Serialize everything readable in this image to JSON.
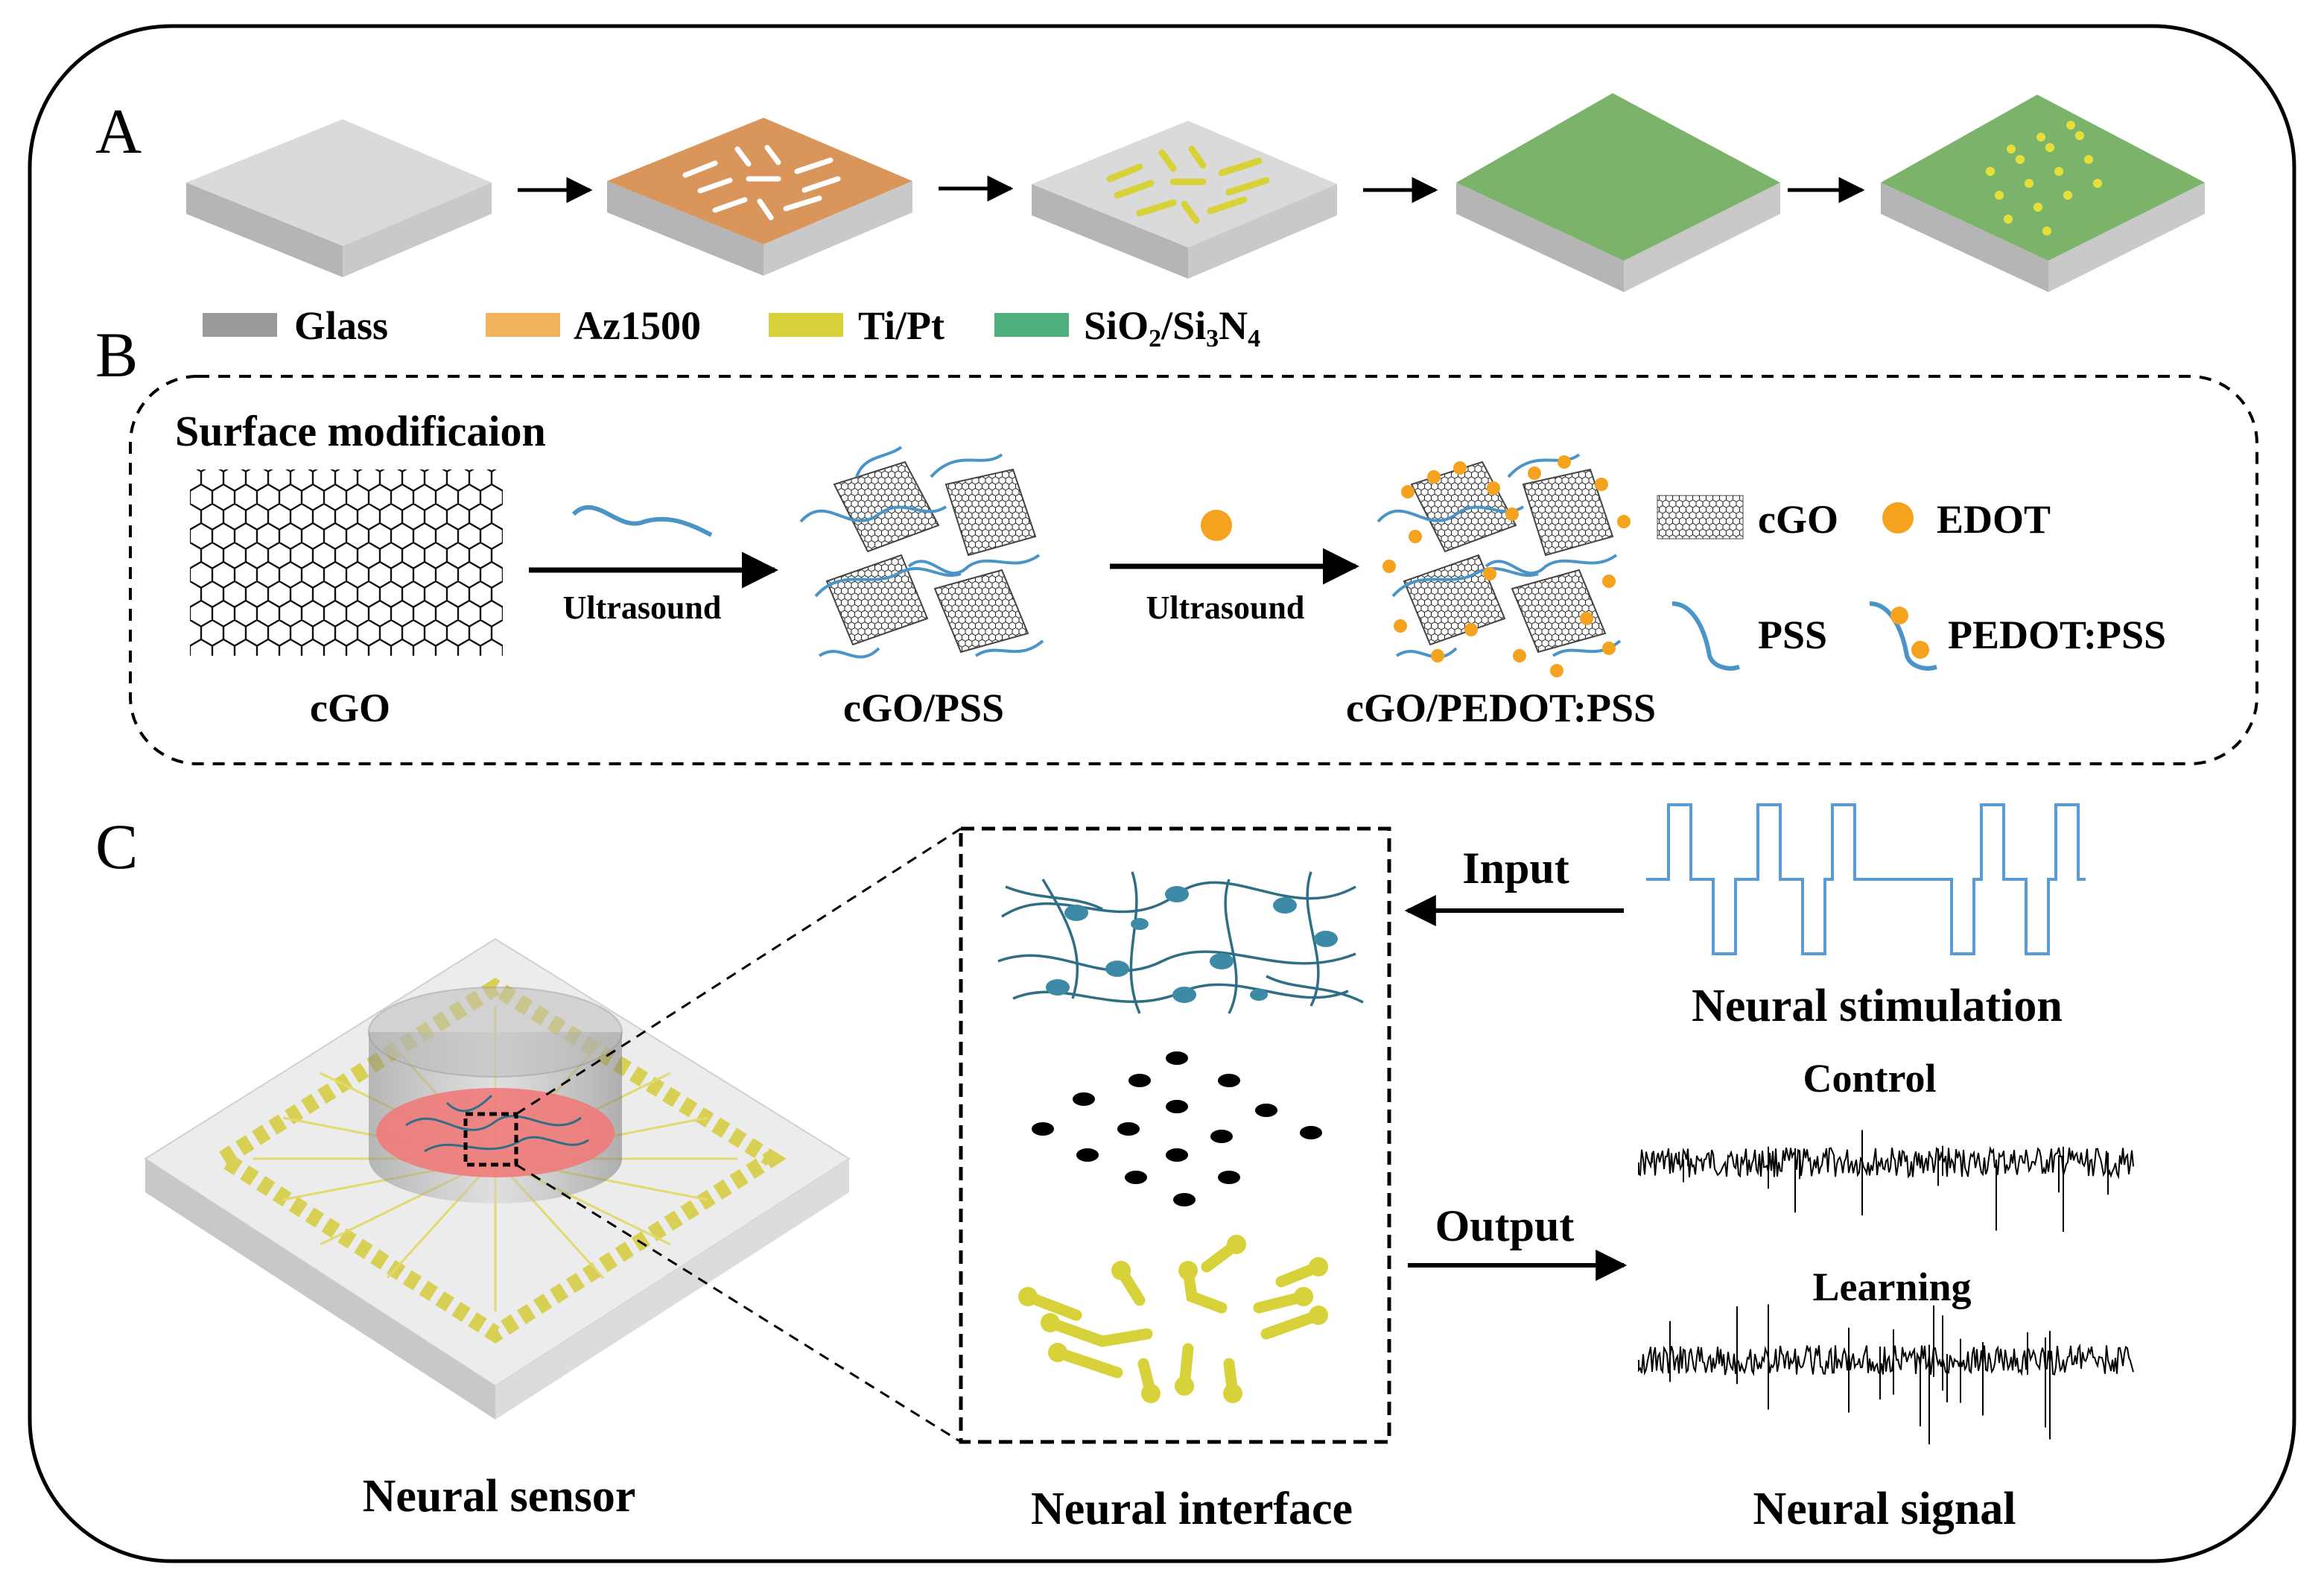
{
  "panels": {
    "a": "A",
    "b": "B",
    "c": "C"
  },
  "legend_a": {
    "glass": "Glass",
    "az1500": "Az1500",
    "tipt": "Ti/Pt",
    "sio2_si3n4": "SiO2/Si3N4"
  },
  "panel_b": {
    "title": "Surface modificaion",
    "step1": "Ultrasound",
    "step2": "Ultrasound",
    "cgo": "cGO",
    "cgo_pss": "cGO/PSS",
    "cgo_pedot": "cGO/PEDOT:PSS",
    "legend_cgo": "cGO",
    "legend_edot": "EDOT",
    "legend_pss": "PSS",
    "legend_pedot": "PEDOT:PSS"
  },
  "panel_c": {
    "input": "Input",
    "output": "Output",
    "neural_stimulation": "Neural stimulation",
    "control": "Control",
    "learning": "Learning",
    "neural_sensor": "Neural sensor",
    "neural_interface": "Neural interface",
    "neural_signal": "Neural signal"
  },
  "colors": {
    "glass": "#d9d9d9",
    "az1500": "#d9955a",
    "tipt": "#d8d23a",
    "sio2": "#7cb36a",
    "edot": "#f5a21e",
    "pss": "#4a94c8",
    "neuron": "#2f6f86",
    "culture": "#f07a7a"
  }
}
